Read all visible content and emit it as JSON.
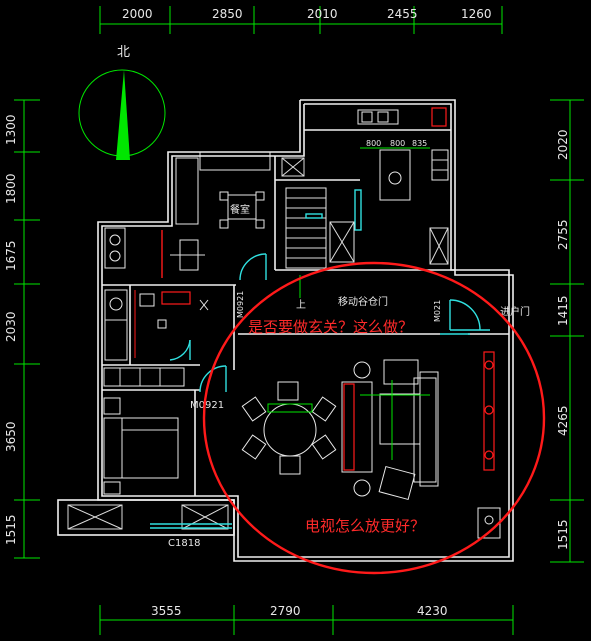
{
  "dimensions": {
    "top": [
      "2000",
      "2850",
      "2010",
      "2455",
      "1260"
    ],
    "bottom": [
      "3555",
      "2790",
      "4230"
    ],
    "left": [
      "1300",
      "1800",
      "1675",
      "2030",
      "3650",
      "1515"
    ],
    "right": [
      "2020",
      "2755",
      "1415",
      "4265",
      "1515"
    ]
  },
  "compass": {
    "label": "北"
  },
  "rooms": {
    "dining": "餐室",
    "up": "上",
    "sliding_door": "移动谷仓门",
    "entry_door": "进户门"
  },
  "labels": {
    "m0921": "M0921",
    "m021": "M021",
    "c1818": "C1818",
    "m0921_right": "M0921",
    "kitchen_dims": [
      "800",
      "800",
      "835"
    ]
  },
  "annotations": {
    "question_entry": "是否要做玄关？这么做？",
    "question_tv": "电视怎么放更好？"
  },
  "colors": {
    "background": "#000000",
    "wall": "#f0f0f0",
    "dimension": "#00e600",
    "annotation": "#ff2a2a",
    "door": "#30e0e0"
  }
}
